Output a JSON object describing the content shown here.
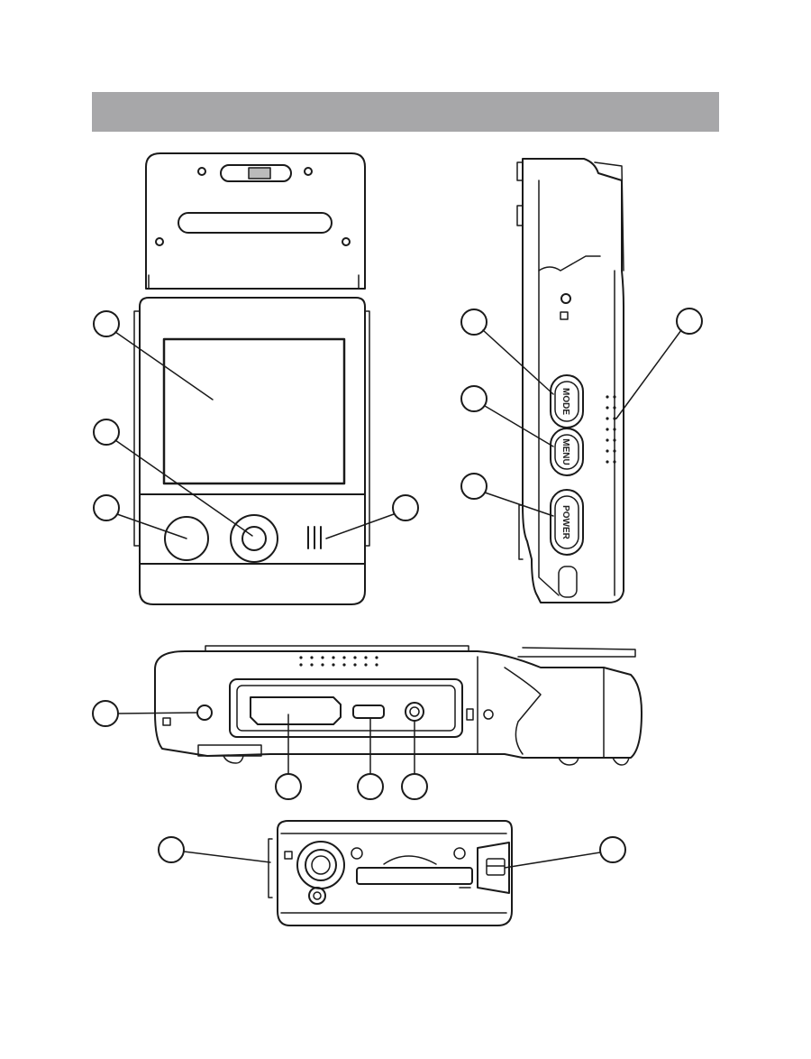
{
  "colors": {
    "header_bar": "#a7a7a9",
    "line": "#1a1a1a",
    "fill": "#ffffff"
  },
  "side_view": {
    "buttons": [
      {
        "label": "MODE"
      },
      {
        "label": "MENU"
      },
      {
        "label": "POWER"
      }
    ]
  }
}
